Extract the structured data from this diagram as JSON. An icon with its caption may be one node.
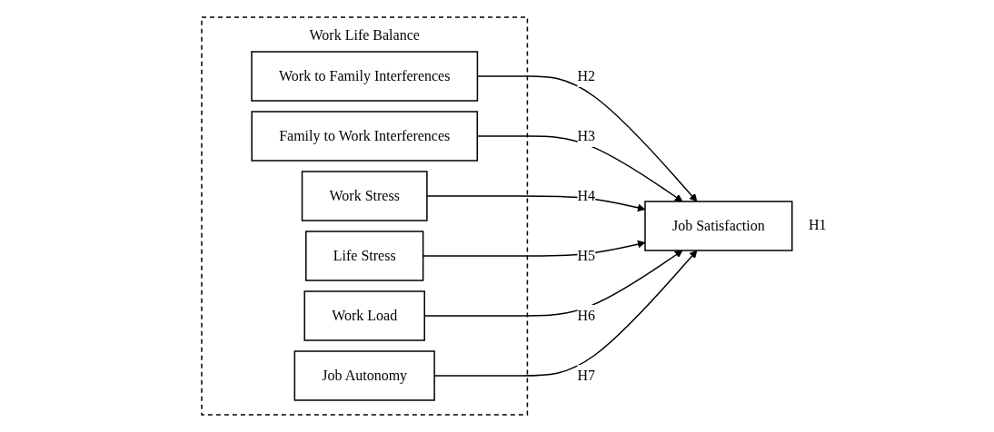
{
  "diagram": {
    "nodes": [
      {
        "text": [
          "Work Life Balance"
        ]
      },
      {
        "text": [
          "Work to Family Interferences"
        ],
        "in": 0
      },
      {
        "text": [
          "Family to Work Interferences"
        ],
        "in": 0
      },
      {
        "text": [
          "Work Stress"
        ],
        "in": 0
      },
      {
        "text": [
          "Life Stress"
        ],
        "in": 0
      },
      {
        "text": [
          "Work Load"
        ],
        "in": 0
      },
      {
        "text": [
          "Job Autonomy"
        ],
        "in": 0
      },
      {
        "text": [
          "Job Satisfaction"
        ],
        "beside": [
          "H1"
        ]
      }
    ],
    "edges": [
      {
        "from": 1,
        "to": 7,
        "arrow": "to",
        "label": "H2"
      },
      {
        "from": 2,
        "to": 7,
        "arrow": "to",
        "label": "H3"
      },
      {
        "from": 3,
        "to": 7,
        "arrow": "to",
        "label": "H4"
      },
      {
        "from": 4,
        "to": 7,
        "arrow": "to",
        "label": "H5"
      },
      {
        "from": 5,
        "to": 7,
        "arrow": "to",
        "label": "H6"
      },
      {
        "from": 6,
        "to": 7,
        "arrow": "to",
        "label": "H7"
      }
    ]
  }
}
